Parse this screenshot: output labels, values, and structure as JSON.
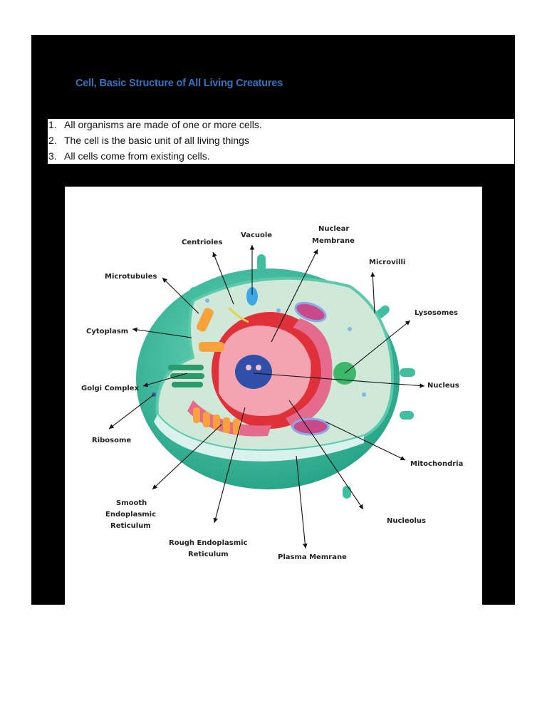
{
  "document": {
    "title": "Cell, Basic Structure of All Living Creatures",
    "list": [
      {
        "num": "1.",
        "text": "All organisms are made of one or more cells."
      },
      {
        "num": "2.",
        "text": "The cell is the basic unit of all living things"
      },
      {
        "num": "3.",
        "text": "All cells come from existing cells."
      }
    ]
  },
  "figure": {
    "description": "Animal cell diagram",
    "colors": {
      "membrane": "#3fbf9f",
      "cytoplasm": "#cfe8d8",
      "nucleus_outer": "#e0303a",
      "nucleus_inner": "#f4a3b0",
      "nucleolus": "#2f4fa8"
    },
    "labels": {
      "centrioles": "Centrioles",
      "vacuole": "Vacuole",
      "nuclear_membrane_1": "Nuclear",
      "nuclear_membrane_2": "Membrane",
      "microvilli": "Microvilli",
      "microtubules": "Microtubules",
      "lysosomes": "Lysosomes",
      "cytoplasm": "Cytoplasm",
      "golgi": "Golgi Complex",
      "nucleus": "Nucleus",
      "ribosome": "Ribosome",
      "mitochondria": "Mitochondria",
      "smooth_er_1": "Smooth",
      "smooth_er_2": "Endoplasmic",
      "smooth_er_3": "Reticulum",
      "nucleolus": "Nucleolus",
      "rough_er_1": "Rough Endoplasmic",
      "rough_er_2": "Reticulum",
      "plasma_membrane": "Plasma Memrane"
    }
  }
}
